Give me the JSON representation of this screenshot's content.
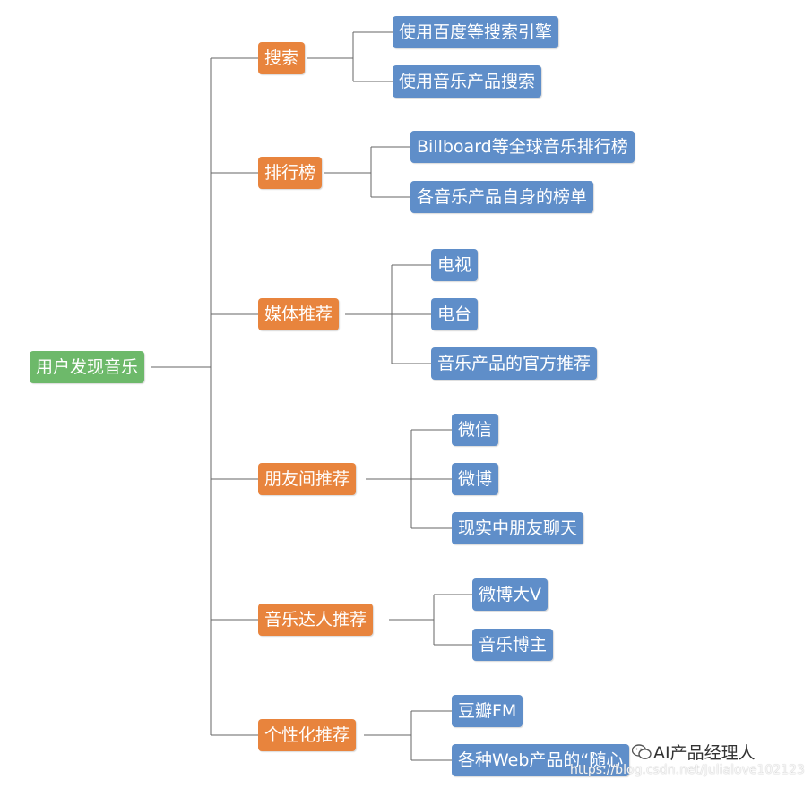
{
  "colors": {
    "root": "#6db96a",
    "category": "#e8843d",
    "leaf": "#5f8ec9",
    "line": "#666666"
  },
  "root": {
    "label": "用户发现音乐"
  },
  "categories": [
    {
      "label": "搜索",
      "children": [
        "使用百度等搜索引擎",
        "使用音乐产品搜索"
      ]
    },
    {
      "label": "排行榜",
      "children": [
        "Billboard等全球音乐排行榜",
        "各音乐产品自身的榜单"
      ]
    },
    {
      "label": "媒体推荐",
      "children": [
        "电视",
        "电台",
        "音乐产品的官方推荐"
      ]
    },
    {
      "label": "朋友间推荐",
      "children": [
        "微信",
        "微博",
        "现实中朋友聊天"
      ]
    },
    {
      "label": "音乐达人推荐",
      "children": [
        "微博大V",
        "音乐博主"
      ]
    },
    {
      "label": "个性化推荐",
      "children": [
        "豆瓣FM",
        "各种Web产品的“随心"
      ]
    }
  ],
  "watermark": {
    "icon": "wechat-icon",
    "text": "AI产品经理人",
    "url": "https://blog.csdn.net/Julialove102123"
  }
}
